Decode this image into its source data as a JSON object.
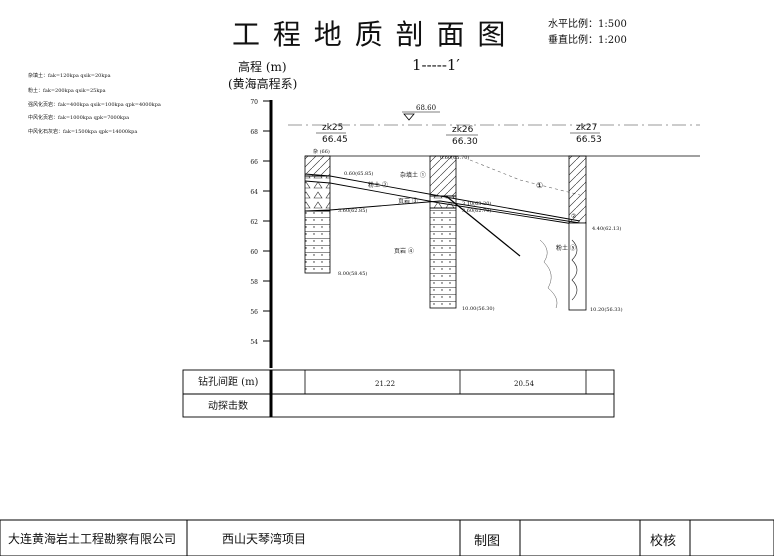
{
  "title": "工 程 地 质 剖 面 图",
  "scale": {
    "horizontal": "水平比例：1:500",
    "vertical": "垂直比例：1:200"
  },
  "section_id": "1-----1′",
  "elevation_label": {
    "line1": "高程 (m)",
    "line2": "(黄海高程系)"
  },
  "legend_notes": [
    "杂填土：fak=120kpa qsik=20kpa",
    "粉土：fak=200kpa qsik=25kpa",
    "强风化页岩：fak=400kpa qsik=100kpa qpk=4000kpa",
    "中风化页岩：fak=1000kpa qpk=7000kpa",
    "中风化石灰岩：fak=1500kpa qpk=14000kpa"
  ],
  "axis_ticks": [
    "70",
    "68",
    "66",
    "64",
    "62",
    "60",
    "58",
    "56",
    "54"
  ],
  "water_level": "68.60",
  "boreholes": [
    {
      "id": "zk25",
      "elevation": "66.45",
      "top_label": "杂 (66)",
      "depth_labels": [
        "0.60(65.85)",
        "3.60(62.85)",
        "8.00(58.45)"
      ]
    },
    {
      "id": "zk26",
      "elevation": "66.30",
      "top_label": "0.60(65.70)",
      "depth_labels": [
        "3.10(63.20)",
        "3.60(62.70)",
        "10.00(56.30)"
      ]
    },
    {
      "id": "zk27",
      "elevation": "66.53",
      "top_label": "",
      "depth_labels": [
        "4.40(62.13)",
        "10.20(56.33)"
      ]
    }
  ],
  "layer_labels": [
    "杂填土 ①",
    "粉土 ②",
    "页岩 ③",
    "页岩 ④",
    "粉土 ⑤",
    "①",
    "②"
  ],
  "table": {
    "row1_label": "钻孔间距 (m)",
    "row2_label": "动探击数",
    "spacing_values": [
      "21.22",
      "20.54"
    ]
  },
  "title_block": {
    "company": "大连黄海岩土工程勘察有限公司",
    "project": "西山天琴湾项目",
    "drawn_by_label": "制图",
    "checked_by_label": "校核"
  }
}
